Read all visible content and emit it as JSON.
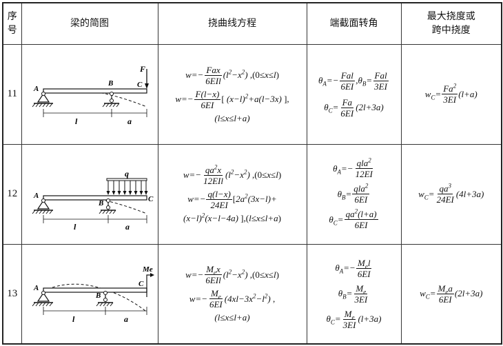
{
  "headers": {
    "index": "序号",
    "diagram": "梁的简图",
    "equation": "挠曲线方程",
    "angle": "端截面转角",
    "max": "最大挠度或跨中挠度"
  },
  "rows": [
    {
      "id": "11",
      "diagram_labels": {
        "A": "A",
        "B": "B",
        "C": "C",
        "load": "F",
        "span_l": "l",
        "span_a": "a"
      },
      "equation_lines": [
        "w = −Fax/(6EIl) (l²−x²) , (0≤x≤l)",
        "w = −F(l−x)/(6EI) [ (x−l)²+a(l−3x) ] ,",
        "(l≤x≤l+a)"
      ],
      "angle_lines": [
        "θA = −Fal/(6EI) , θB = Fal/(3EI)",
        "θC = −Fa/(6EI) (2l+3a)"
      ],
      "max": "wC = Fa²/(3EI) (l+a)"
    },
    {
      "id": "12",
      "diagram_labels": {
        "A": "A",
        "B": "B",
        "C": "C",
        "load": "q",
        "span_l": "l",
        "span_a": "a"
      },
      "equation_lines": [
        "w = −qa²x/(12EIl) (l²−x²) , (0≤x≤l)",
        "w = −q(l−x)/(24EI) [ 2a²(3x−l) +",
        "(x−l)²(x−l−4a) ] , (l≤x≤l+a)"
      ],
      "angle_lines": [
        "θA = −qla²/(12EI)",
        "θB = qla²/(6EI)",
        "θC = −qa²(l+a)/(6EI)"
      ],
      "max": "wC = qa³/(24EI) (4l+3a)"
    },
    {
      "id": "13",
      "diagram_labels": {
        "A": "A",
        "B": "B",
        "C": "C",
        "load": "Me",
        "span_l": "l",
        "span_a": "a"
      },
      "equation_lines": [
        "w = −Me x/(6EIl) (l²−x²) , (0≤x≤l)",
        "w = −Me/(6EI) (4xl−3x²−l²) ,",
        "(l≤x≤l+a)"
      ],
      "angle_lines": [
        "θA = −Me l/(6EI)",
        "θB = Me/(3EI)",
        "θC = −Me/(3EI) (l+3a)"
      ],
      "max": "wC = Me a/(6EI) (2l+3a)"
    }
  ]
}
